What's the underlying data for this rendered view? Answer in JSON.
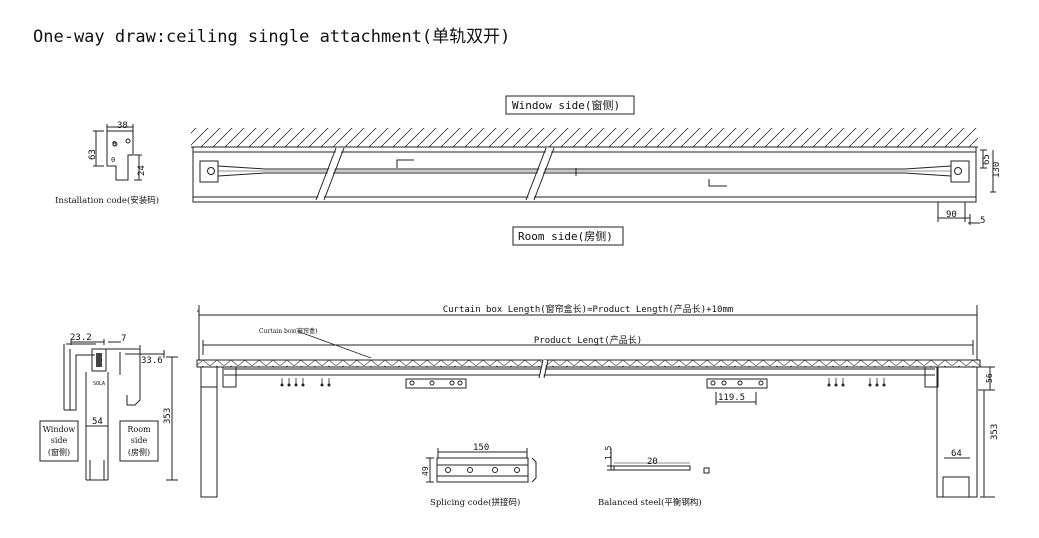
{
  "title": "One-way draw:ceiling single attachment(单轨双开)",
  "install": {
    "label": "Installation code(安装码)",
    "dim_width": "38",
    "dim_height": "63",
    "dim_slot": "24"
  },
  "top_view": {
    "window_side": "Window side(窗侧)",
    "room_side": "Room side(房侧)",
    "dim_65": "65",
    "dim_130": "130",
    "dim_90": "90",
    "dim_5": "5"
  },
  "side_section": {
    "dim_232": "23.2",
    "dim_7": "7",
    "dim_336": "33.6",
    "dim_54": "54",
    "dim_353": "353",
    "window_side": [
      "Window",
      "side",
      "(窗侧)"
    ],
    "room_side": [
      "Room",
      "side",
      "(房侧)"
    ],
    "small_label": "SOLA"
  },
  "front_view": {
    "box_length": "Curtain box Length(窗帘盒长)=Product Length(产品长)+10mm",
    "curtain_box": "Curtain box(窗帘盒)",
    "product_length": "Product Lengt(产品长)",
    "dim_1195": "119.5",
    "dim_56": "56",
    "dim_353": "353",
    "dim_64": "64"
  },
  "splicing": {
    "label": "Splicing code(拼接码)",
    "dim_150": "150",
    "dim_49": "49"
  },
  "balanced": {
    "label": "Balanced steel(平衡钢构)",
    "dim_15": "1.5",
    "dim_20": "20"
  }
}
